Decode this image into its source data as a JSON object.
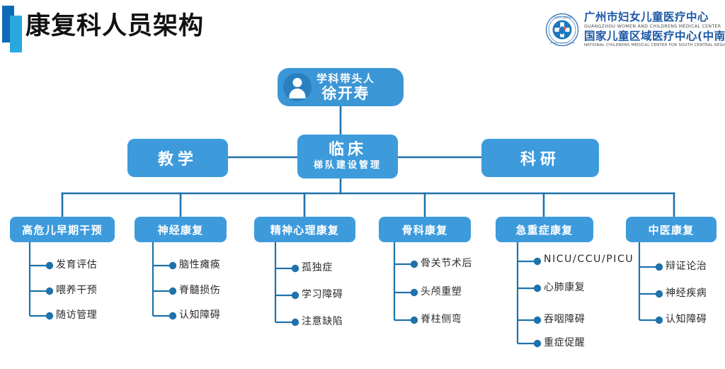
{
  "header": {
    "title": "康复科人员架构",
    "accent_dark": "#0d6ab5",
    "accent_light": "#29a8e0"
  },
  "logo": {
    "name": "guangzhou-women-and-childrens-medical-center-logo",
    "cn_line1": "广州市妇女儿童医疗中心",
    "en_line1": "GUANGZHOU WOMEN AND CHILDRENS MEDICAL CENTER",
    "cn_line2": "国家儿童区域医疗中心(中南)",
    "en_line2": "NATIONAL CHILDRENS MEDICAL CENTER FOR SOUTH CENTRAL REGION"
  },
  "chart_data": {
    "type": "diagram",
    "title": "康复科人员架构",
    "node_fill": "#3d9bdc",
    "line_color": "#1f72ab",
    "leader": {
      "role": "学科带头人",
      "name": "徐开寿",
      "icon": "person-icon"
    },
    "level2": [
      {
        "label": "教学",
        "sub": ""
      },
      {
        "label": "临床",
        "sub": "梯队建设管理"
      },
      {
        "label": "科研",
        "sub": ""
      }
    ],
    "departments": [
      {
        "label": "高危儿早期干预",
        "items": [
          "发育评估",
          "喂养干预",
          "随访管理"
        ]
      },
      {
        "label": "神经康复",
        "items": [
          "脑性瘫痪",
          "脊髓损伤",
          "认知障碍"
        ]
      },
      {
        "label": "精神心理康复",
        "items": [
          "孤独症",
          "学习障碍",
          "注意缺陷"
        ]
      },
      {
        "label": "骨科康复",
        "items": [
          "骨关节术后",
          "头颅重塑",
          "脊柱侧弯"
        ]
      },
      {
        "label": "急重症康复",
        "items": [
          "NICU/CCU/PICU",
          "心肺康复",
          "吞咽障碍",
          "重症促醒"
        ]
      },
      {
        "label": "中医康复",
        "items": [
          "辩证论治",
          "神经疾病",
          "认知障碍"
        ]
      }
    ]
  }
}
